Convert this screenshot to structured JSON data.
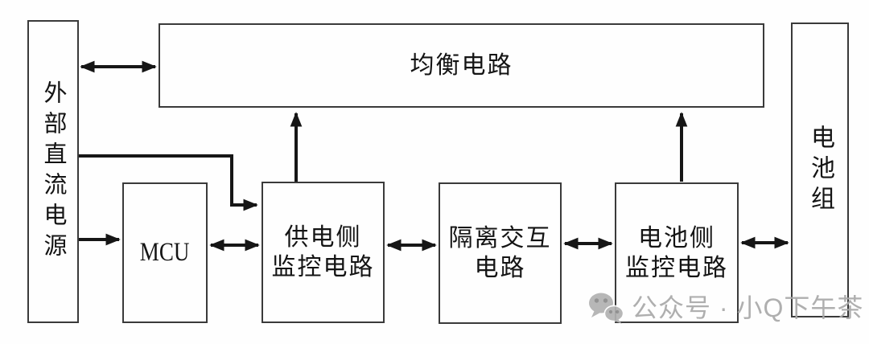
{
  "diagram": {
    "type": "block-diagram",
    "subject": "battery management / equalization circuit system",
    "nodes": {
      "external_dc": {
        "label": "外部直流电源",
        "orientation": "vertical"
      },
      "balance": {
        "label": "均衡电路",
        "orientation": "horizontal"
      },
      "mcu": {
        "label": "MCU",
        "orientation": "horizontal"
      },
      "supply_side": {
        "label": "供电侧监控电路",
        "lines": [
          "供电侧",
          "监控电路"
        ]
      },
      "isolation": {
        "label": "隔离交互电路",
        "lines": [
          "隔离交互",
          "电路"
        ]
      },
      "battery_side": {
        "label": "电池侧监控电路",
        "lines": [
          "电池侧",
          "监控电路"
        ]
      },
      "battery_pack": {
        "label": "电池组",
        "orientation": "vertical"
      }
    },
    "edges": [
      {
        "from": "外部直流电源",
        "to": "均衡电路",
        "type": "bidirectional-arrow"
      },
      {
        "from": "外部直流电源",
        "to": "供电侧监控电路",
        "type": "single-arrow-elbow"
      },
      {
        "from": "外部直流电源",
        "to": "MCU",
        "type": "single-arrow"
      },
      {
        "from": "MCU",
        "to": "供电侧监控电路",
        "type": "bidirectional-arrow"
      },
      {
        "from": "供电侧监控电路",
        "to": "均衡电路",
        "type": "single-arrow-up"
      },
      {
        "from": "供电侧监控电路",
        "to": "隔离交互电路",
        "type": "bidirectional-arrow"
      },
      {
        "from": "隔离交互电路",
        "to": "电池侧监控电路",
        "type": "bidirectional-arrow"
      },
      {
        "from": "电池侧监控电路",
        "to": "均衡电路",
        "type": "single-arrow-up"
      },
      {
        "from": "电池侧监控电路",
        "to": "电池组",
        "type": "bidirectional-arrow"
      }
    ]
  },
  "watermark": {
    "icon": "wechat-icon",
    "text": "公众号 · 小Q下午茶",
    "color": "#a9a9a9"
  },
  "colors": {
    "background": "#fefefe",
    "box_border": "#3a3a3a",
    "arrow_line": "#161616",
    "text": "#141414"
  }
}
